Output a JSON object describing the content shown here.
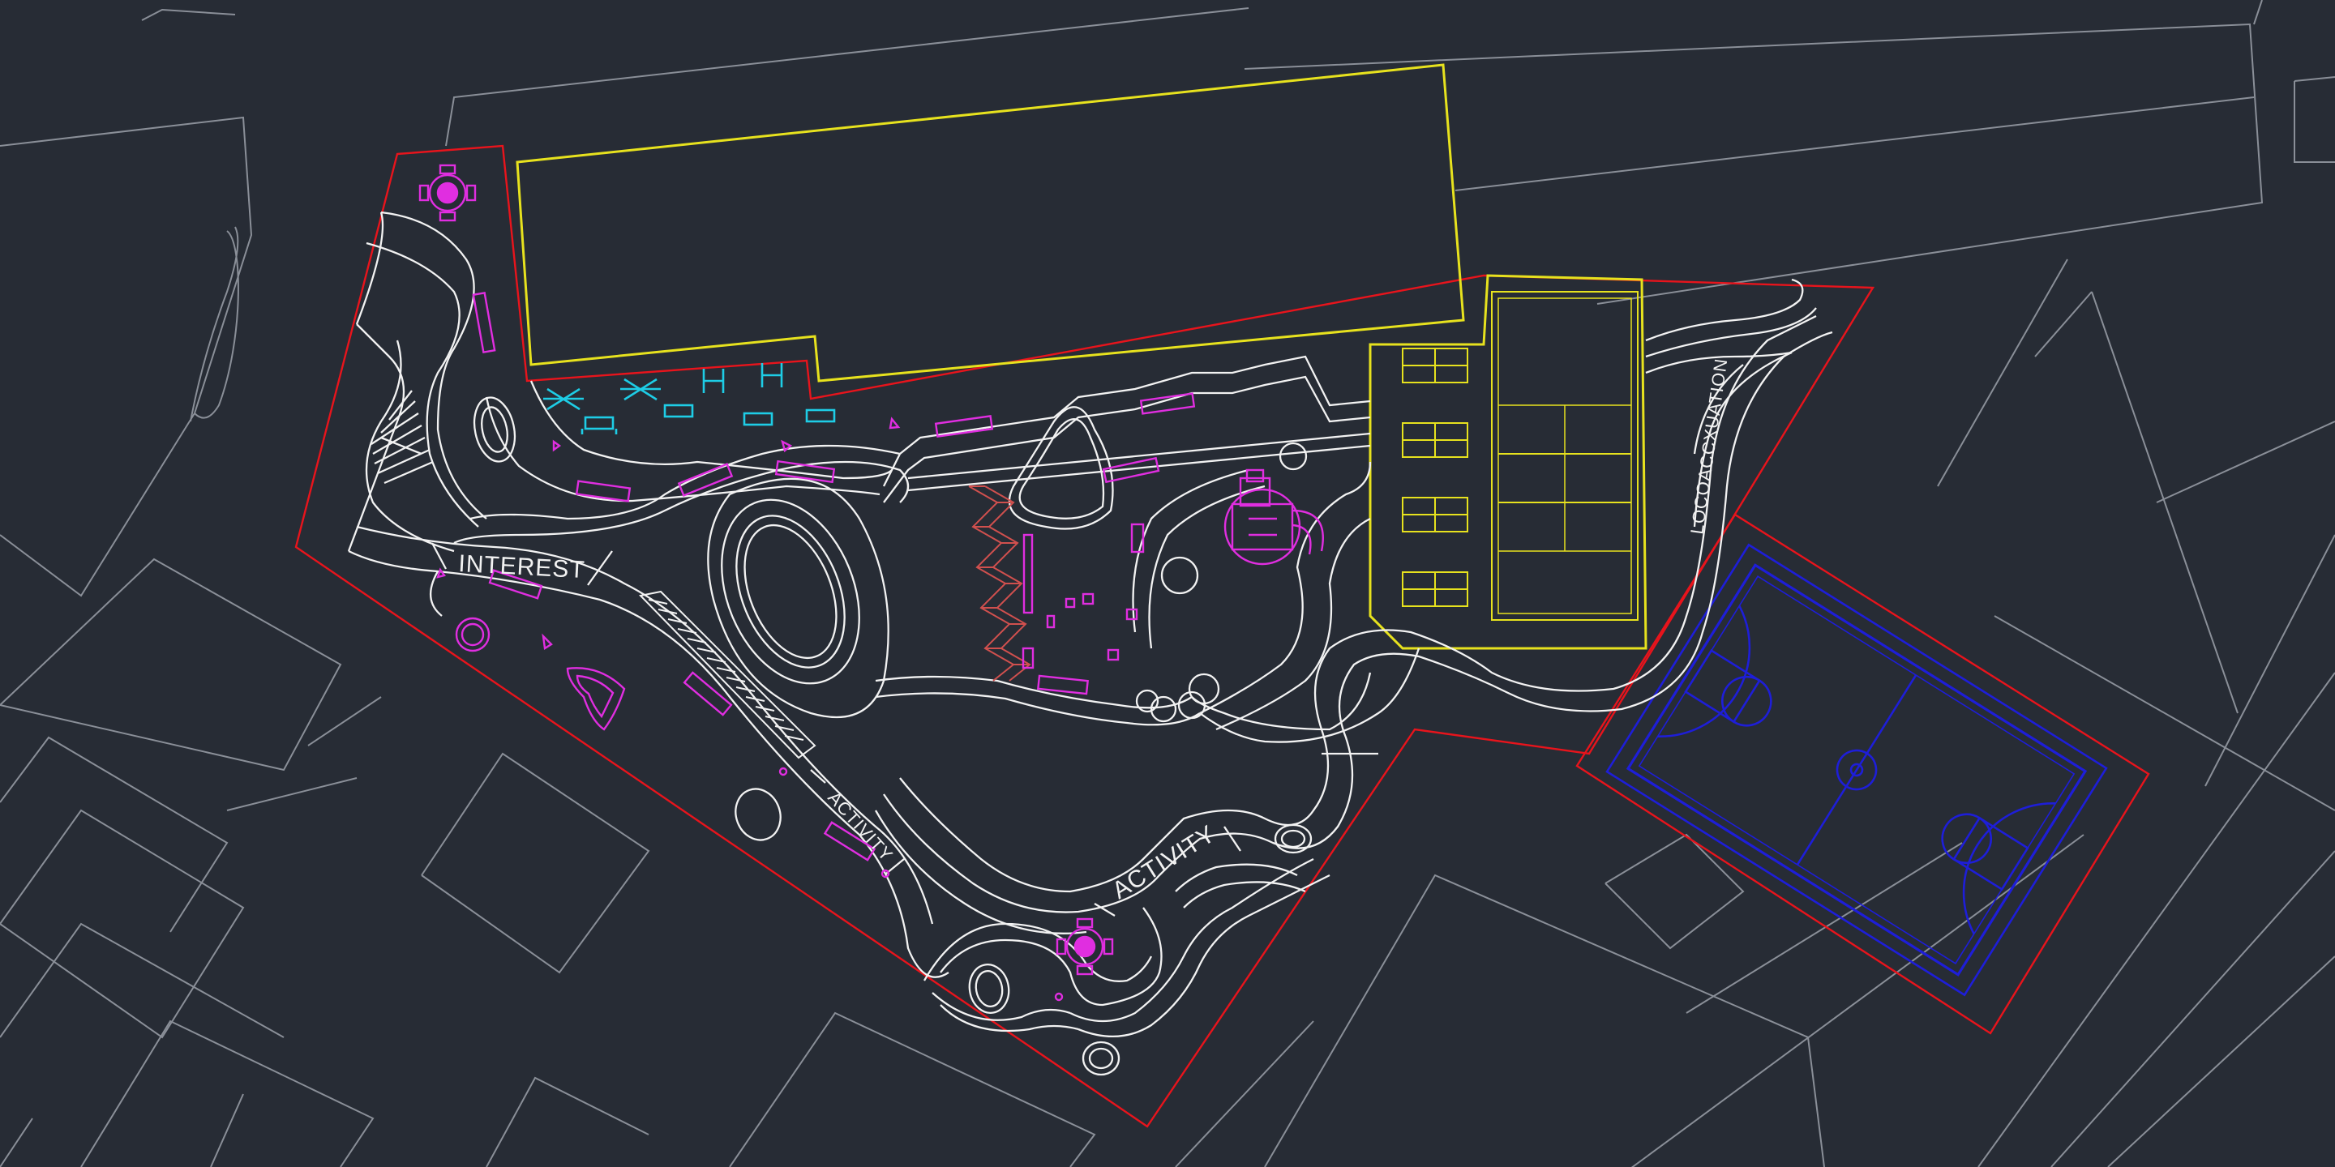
{
  "drawing": {
    "colors": {
      "background": "#272c35",
      "context_lines": "#8a8f98",
      "paths": "#f2f2f2",
      "site_boundary": "#e8141c",
      "buildings_courts": "#e7e21e",
      "furniture": "#e02ee0",
      "fitness_equipment": "#1ecde6",
      "climbing_feature": "#d0504e",
      "basketball_court": "#1e1ed8"
    },
    "labels": {
      "interest": "INTEREST",
      "activity_upper": "ACTIVITY",
      "activity_lower": "ACTIVITY",
      "loco_vertical": "LOCOACCXUATION"
    }
  }
}
